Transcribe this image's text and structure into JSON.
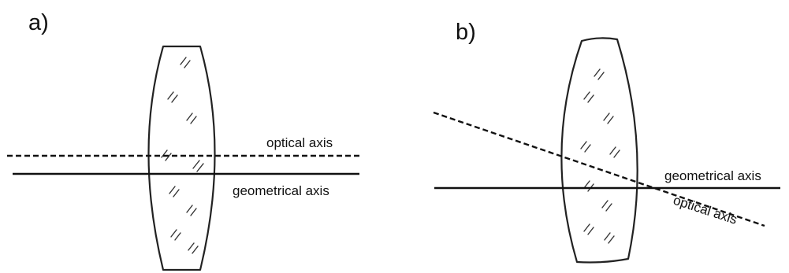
{
  "panels": {
    "a": {
      "label": "a)",
      "optical_axis_label": "optical axis",
      "geometrical_axis_label": "geometrical axis"
    },
    "b": {
      "label": "b)",
      "optical_axis_label": "optical axis",
      "geometrical_axis_label": "geometrical axis"
    }
  }
}
